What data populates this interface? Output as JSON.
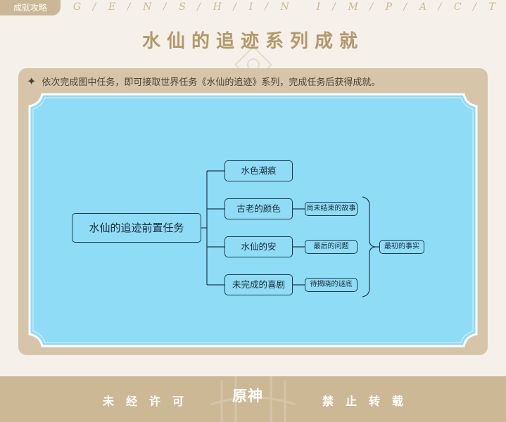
{
  "header": {
    "tag_label": "成就攻略",
    "brand_letters": [
      "G",
      "/",
      "E",
      "/",
      "N",
      "/",
      "S",
      "/",
      "H",
      "/",
      "I",
      "/",
      "N",
      "",
      "I",
      "/",
      "M",
      "/",
      "P",
      "/",
      "A",
      "/",
      "C",
      "/",
      "T"
    ]
  },
  "title": "水仙的追迹系列成就",
  "intro": {
    "icon": "four-point-star-icon",
    "text": "依次完成图中任务，即可接取世界任务《水仙的追迹》系列，完成任务后获得成就。"
  },
  "diagram": {
    "root": "水仙的追迹前置任务",
    "branches": [
      "水色潮痕",
      "古老的颜色",
      "水仙的安",
      "未完成的喜剧"
    ],
    "sub_quests": [
      "尚未结束的故事",
      "最后的问题",
      "待揭晓的谜底"
    ],
    "final": "最初的事实"
  },
  "footer": {
    "left_text": "未经许可",
    "logo_text": "原神",
    "right_text": "禁止转载"
  },
  "colors": {
    "accent_gold": "#b39868",
    "panel_tan": "#d6c5a8",
    "canvas_blue": "#8fdcf6",
    "line_dark": "#1f3a4d"
  }
}
